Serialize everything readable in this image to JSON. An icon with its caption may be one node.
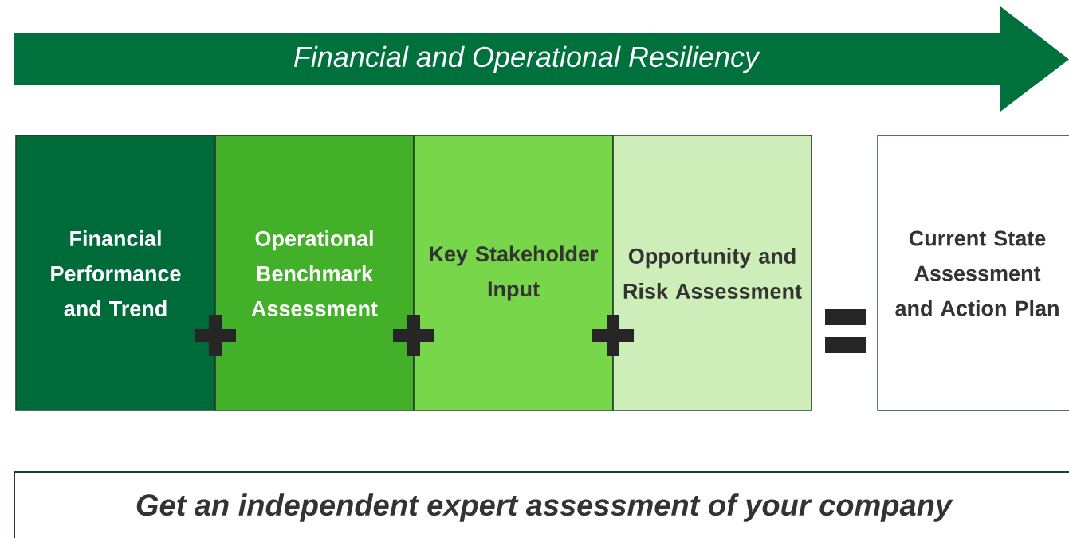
{
  "diagram": {
    "nodes": [
      {
        "text": [
          "Financial and Operational Resiliency"
        ]
      },
      {
        "text": [
          "Financial Performance and Trend"
        ]
      },
      {
        "text": [
          "Operational Benchmark Assessment"
        ]
      },
      {
        "text": [
          "Key Stakeholder Input"
        ]
      },
      {
        "text": [
          "Opportunity and Risk Assessment"
        ]
      },
      {
        "text": [
          "Current State Assessment and Action Plan"
        ]
      },
      {
        "text": [
          "Get an independent expert assessment of your company"
        ]
      }
    ]
  }
}
